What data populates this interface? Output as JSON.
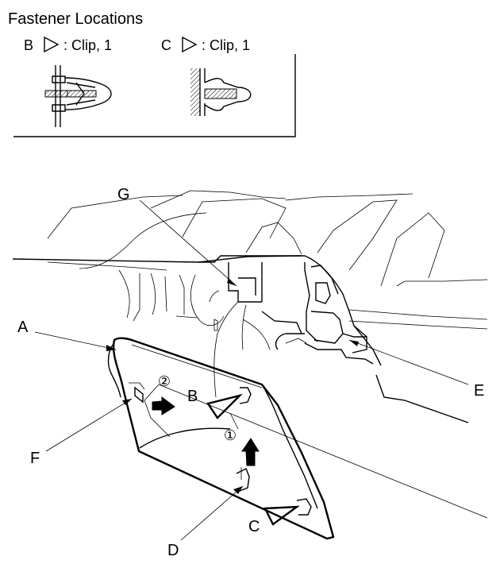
{
  "legend": {
    "title": "Fastener Locations",
    "items": [
      {
        "letter": "B",
        "text": ": Clip, 1"
      },
      {
        "letter": "C",
        "text": ": Clip, 1"
      }
    ]
  },
  "callouts": {
    "a": "A",
    "b": "B",
    "c": "C",
    "d": "D",
    "e": "E",
    "f": "F",
    "g": "G"
  },
  "steps": {
    "one": "①",
    "two": "②"
  },
  "colors": {
    "line": "#000000",
    "background": "#ffffff",
    "hatch": "#000000"
  }
}
